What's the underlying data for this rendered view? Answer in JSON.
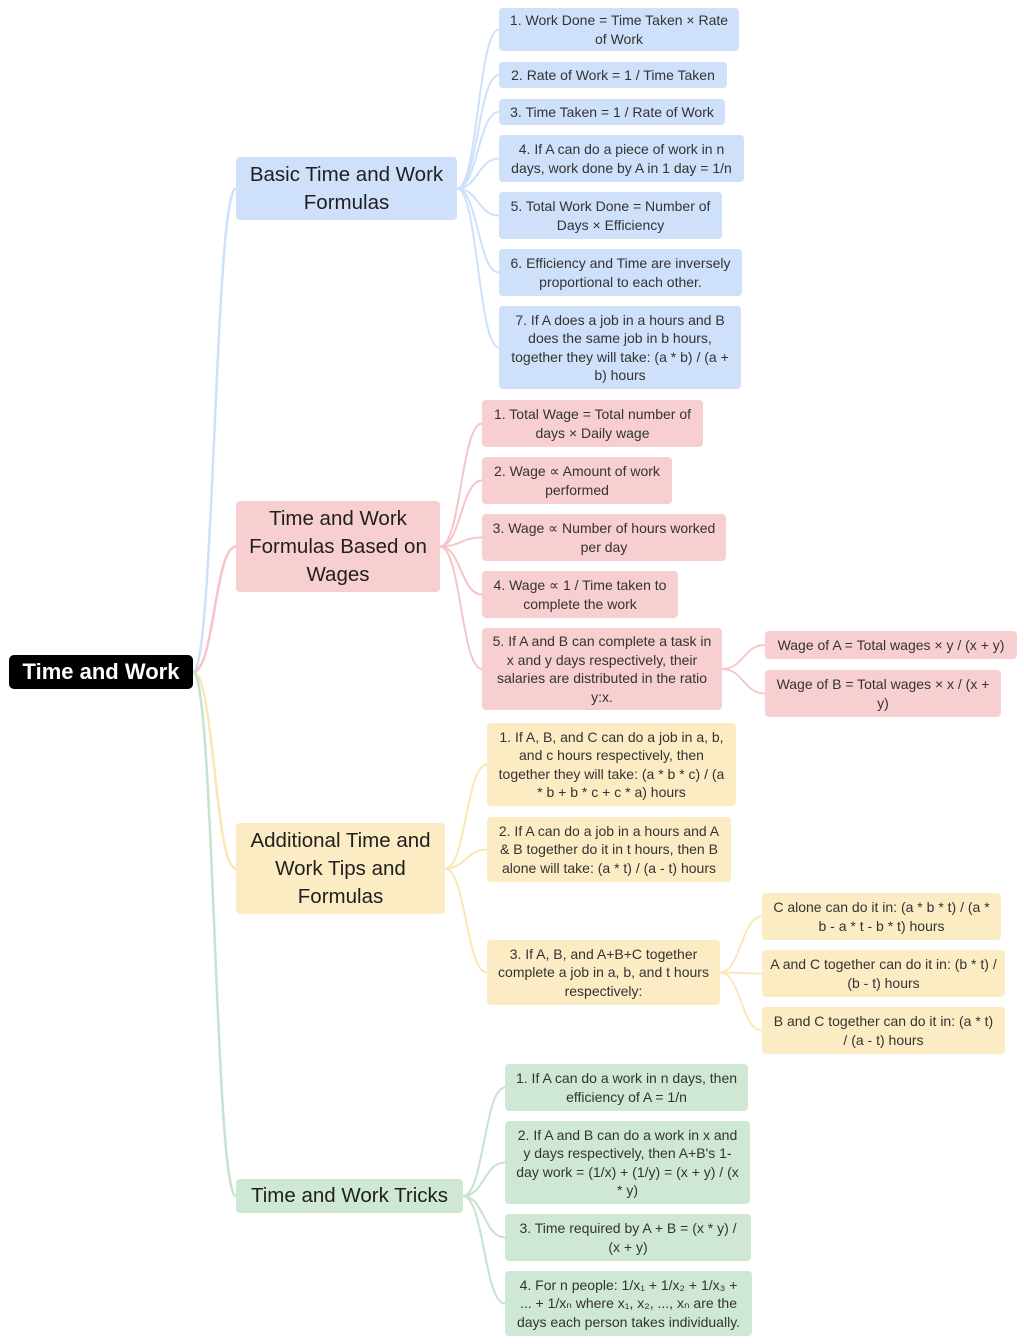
{
  "root": {
    "label": "Time and Work"
  },
  "branches": [
    {
      "key": "basic",
      "label": "Basic Time and Work Formulas",
      "color": "#cfe0fb",
      "line_color": "#cfe0fb",
      "children": [
        {
          "label": "1. Work Done = Time Taken × Rate of Work"
        },
        {
          "label": "2. Rate of Work = 1 / Time Taken"
        },
        {
          "label": "3. Time Taken = 1 / Rate of Work"
        },
        {
          "label": "4. If A can do a piece of work in n days, work done by A in 1 day = 1/n"
        },
        {
          "label": "5. Total Work Done = Number of Days × Efficiency"
        },
        {
          "label": "6. Efficiency and Time are inversely proportional to each other."
        },
        {
          "label": "7. If A does a job in a hours and B does the same job in b hours, together they will take: (a * b) / (a + b) hours"
        }
      ]
    },
    {
      "key": "wages",
      "label": "Time and Work Formulas Based on Wages",
      "color": "#f8cfd1",
      "line_color": "#f6c4c6",
      "children": [
        {
          "label": "1. Total Wage = Total number of days × Daily wage"
        },
        {
          "label": "2. Wage ∝ Amount of work performed"
        },
        {
          "label": "3. Wage ∝ Number of hours worked per day"
        },
        {
          "label": "4. Wage ∝ 1 / Time taken to complete the work"
        },
        {
          "label": "5. If A and B can complete a task in x and y days respectively, their salaries are distributed in the ratio y:x.",
          "children": [
            {
              "label": "Wage of A = Total wages × y / (x + y)"
            },
            {
              "label": "Wage of B = Total wages × x / (x + y)"
            }
          ]
        }
      ]
    },
    {
      "key": "tips",
      "label": "Additional Time and Work Tips and Formulas",
      "color": "#fcecc4",
      "line_color": "#fbe6b4",
      "children": [
        {
          "label": "1. If A, B, and C can do a job in a, b, and c hours respectively, then together they will take: (a * b * c) / (a * b + b * c + c * a) hours"
        },
        {
          "label": "2. If A can do a job in a hours and A & B together do it in t hours, then B alone will take: (a * t) / (a - t) hours"
        },
        {
          "label": "3. If A, B, and A+B+C together complete a job in a, b, and t hours respectively:",
          "children": [
            {
              "label": "C alone can do it in: (a * b * t) / (a * b - a * t - b * t) hours"
            },
            {
              "label": "A and C together can do it in: (b * t) / (b - t) hours"
            },
            {
              "label": "B and C together can do it in: (a * t) / (a - t) hours"
            }
          ]
        }
      ]
    },
    {
      "key": "tricks",
      "label": "Time and Work Tricks",
      "color": "#cfe8d6",
      "line_color": "#c6e3cd",
      "children": [
        {
          "label": "1. If A can do a work in n days, then efficiency of A = 1/n"
        },
        {
          "label": "2. If A and B can do a work in x and y days respectively, then A+B's 1-day work = (1/x) + (1/y) = (x + y) / (x * y)"
        },
        {
          "label": "3. Time required by A + B = (x * y) / (x + y)"
        },
        {
          "label": "4. For n people: 1/x₁ + 1/x₂ + 1/x₃ + ... + 1/xₙ where x₁, x₂, ..., xₙ are the days each person takes individually."
        }
      ]
    }
  ]
}
